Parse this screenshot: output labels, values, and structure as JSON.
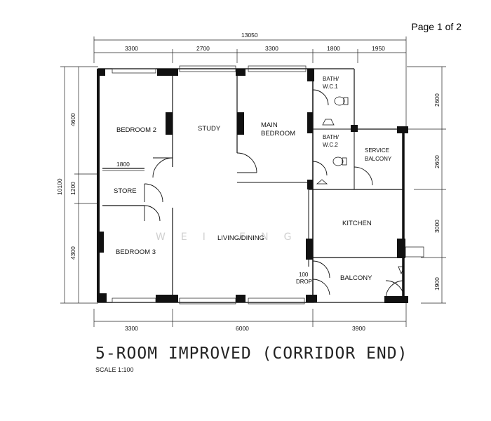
{
  "page_label": "Page 1 of 2",
  "title": "5-ROOM IMPROVED (CORRIDOR END)",
  "scale": "SCALE  1:100",
  "watermark": "WEI ENG",
  "rooms": {
    "bedroom2": "BEDROOM 2",
    "study": "STUDY",
    "main_bedroom_1": "MAIN",
    "main_bedroom_2": "BEDROOM",
    "bath1_1": "BATH/",
    "bath1_2": "W.C.1",
    "bath2_1": "BATH/",
    "bath2_2": "W.C.2",
    "service_balcony_1": "SERVICE",
    "service_balcony_2": "BALCONY",
    "store": "STORE",
    "living_dining": "LIVING/DINING",
    "kitchen": "KITCHEN",
    "bedroom3": "BEDROOM  3",
    "balcony": "BALCONY",
    "drop_1": "100",
    "drop_2": "DROP"
  },
  "dimensions": {
    "top_total": "13050",
    "top": [
      "3300",
      "2700",
      "3300",
      "1800",
      "1950"
    ],
    "bottom": [
      "3300",
      "6000",
      "3900"
    ],
    "left_total": "10100",
    "left": [
      "4600",
      "1200",
      "4300"
    ],
    "right": [
      "2600",
      "2600",
      "3000",
      "1900"
    ],
    "store_width": "1800"
  }
}
